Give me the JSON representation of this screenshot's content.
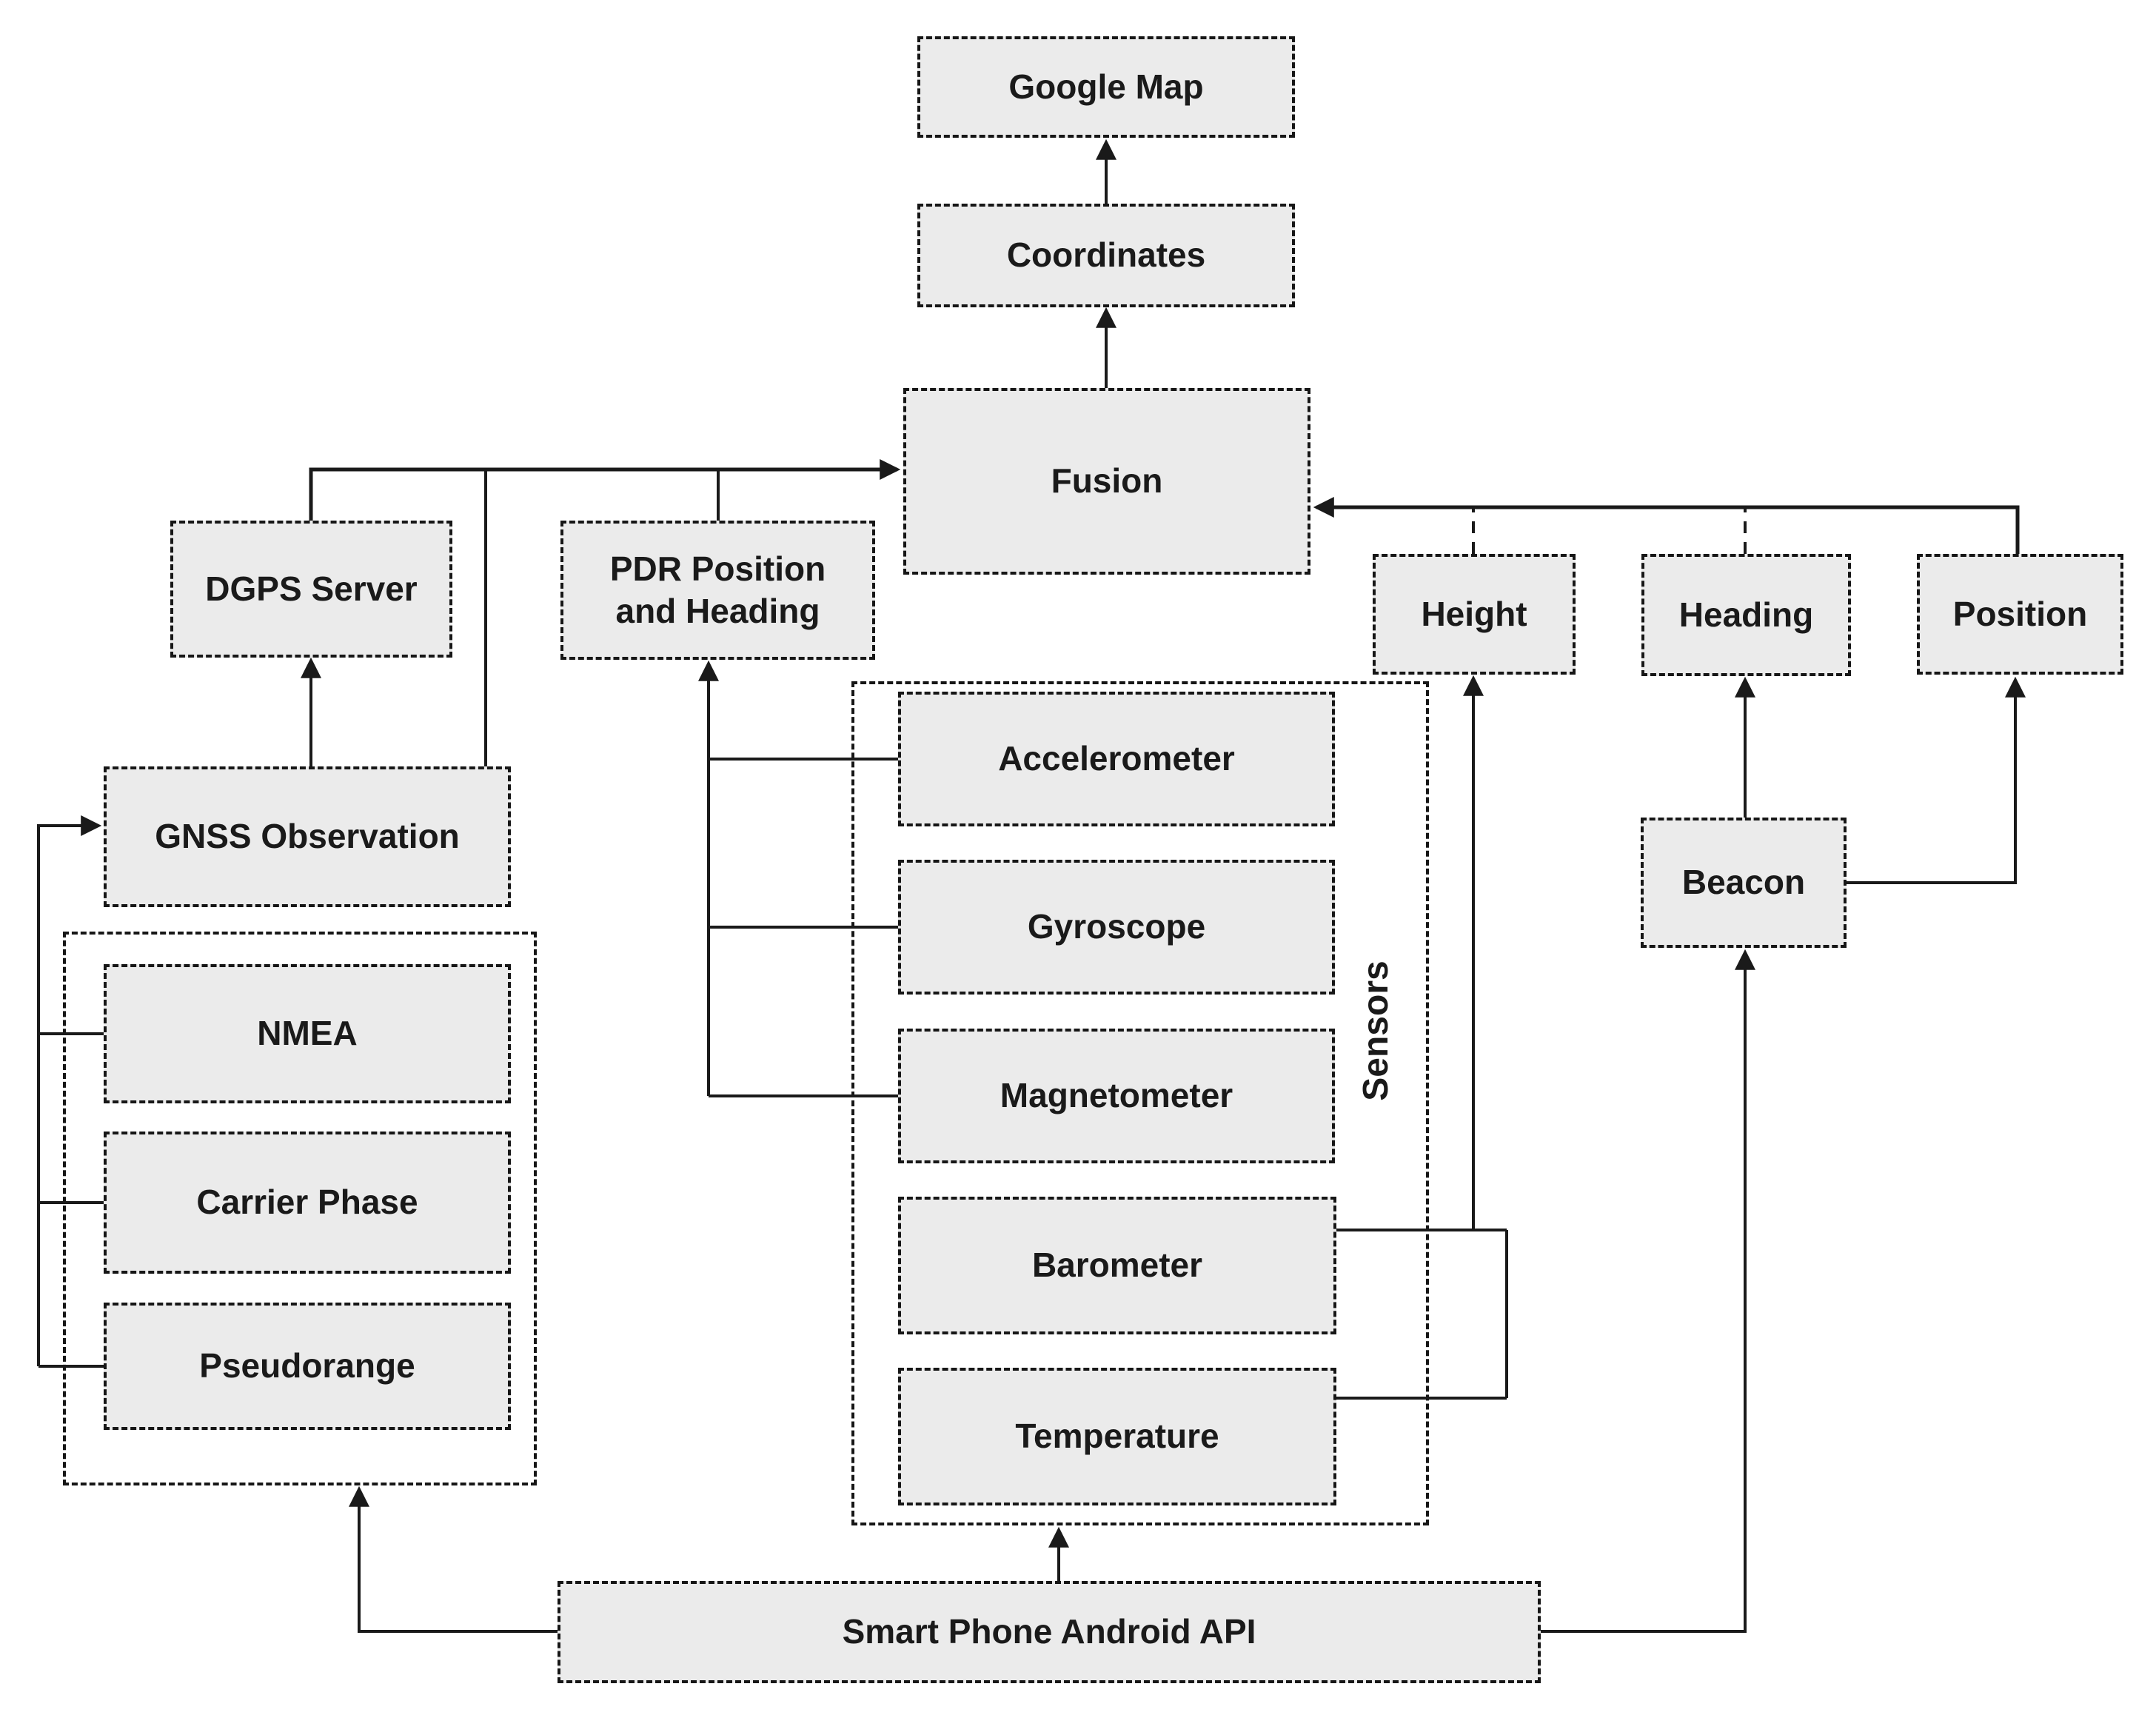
{
  "diagram": {
    "type": "flowchart",
    "nodes": {
      "google_map": {
        "label": "Google Map"
      },
      "coordinates": {
        "label": "Coordinates"
      },
      "fusion": {
        "label": "Fusion"
      },
      "dgps_server": {
        "label": "DGPS Server"
      },
      "pdr": {
        "label": "PDR Position and Heading"
      },
      "height": {
        "label": "Height"
      },
      "heading": {
        "label": "Heading"
      },
      "position": {
        "label": "Position"
      },
      "gnss": {
        "label": "GNSS Observation"
      },
      "nmea": {
        "label": "NMEA"
      },
      "carrier_phase": {
        "label": "Carrier Phase"
      },
      "pseudorange": {
        "label": "Pseudorange"
      },
      "accelerometer": {
        "label": "Accelerometer"
      },
      "gyroscope": {
        "label": "Gyroscope"
      },
      "magnetometer": {
        "label": "Magnetometer"
      },
      "barometer": {
        "label": "Barometer"
      },
      "temperature": {
        "label": "Temperature"
      },
      "beacon": {
        "label": "Beacon"
      },
      "smartphone_api": {
        "label": "Smart Phone Android API"
      },
      "sensors_group": {
        "label": "Sensors"
      }
    },
    "colors": {
      "box_fill": "#ebebeb",
      "border": "#161616",
      "line": "#1a1a1a",
      "text": "#1a1a1a",
      "background": "#ffffff"
    }
  }
}
